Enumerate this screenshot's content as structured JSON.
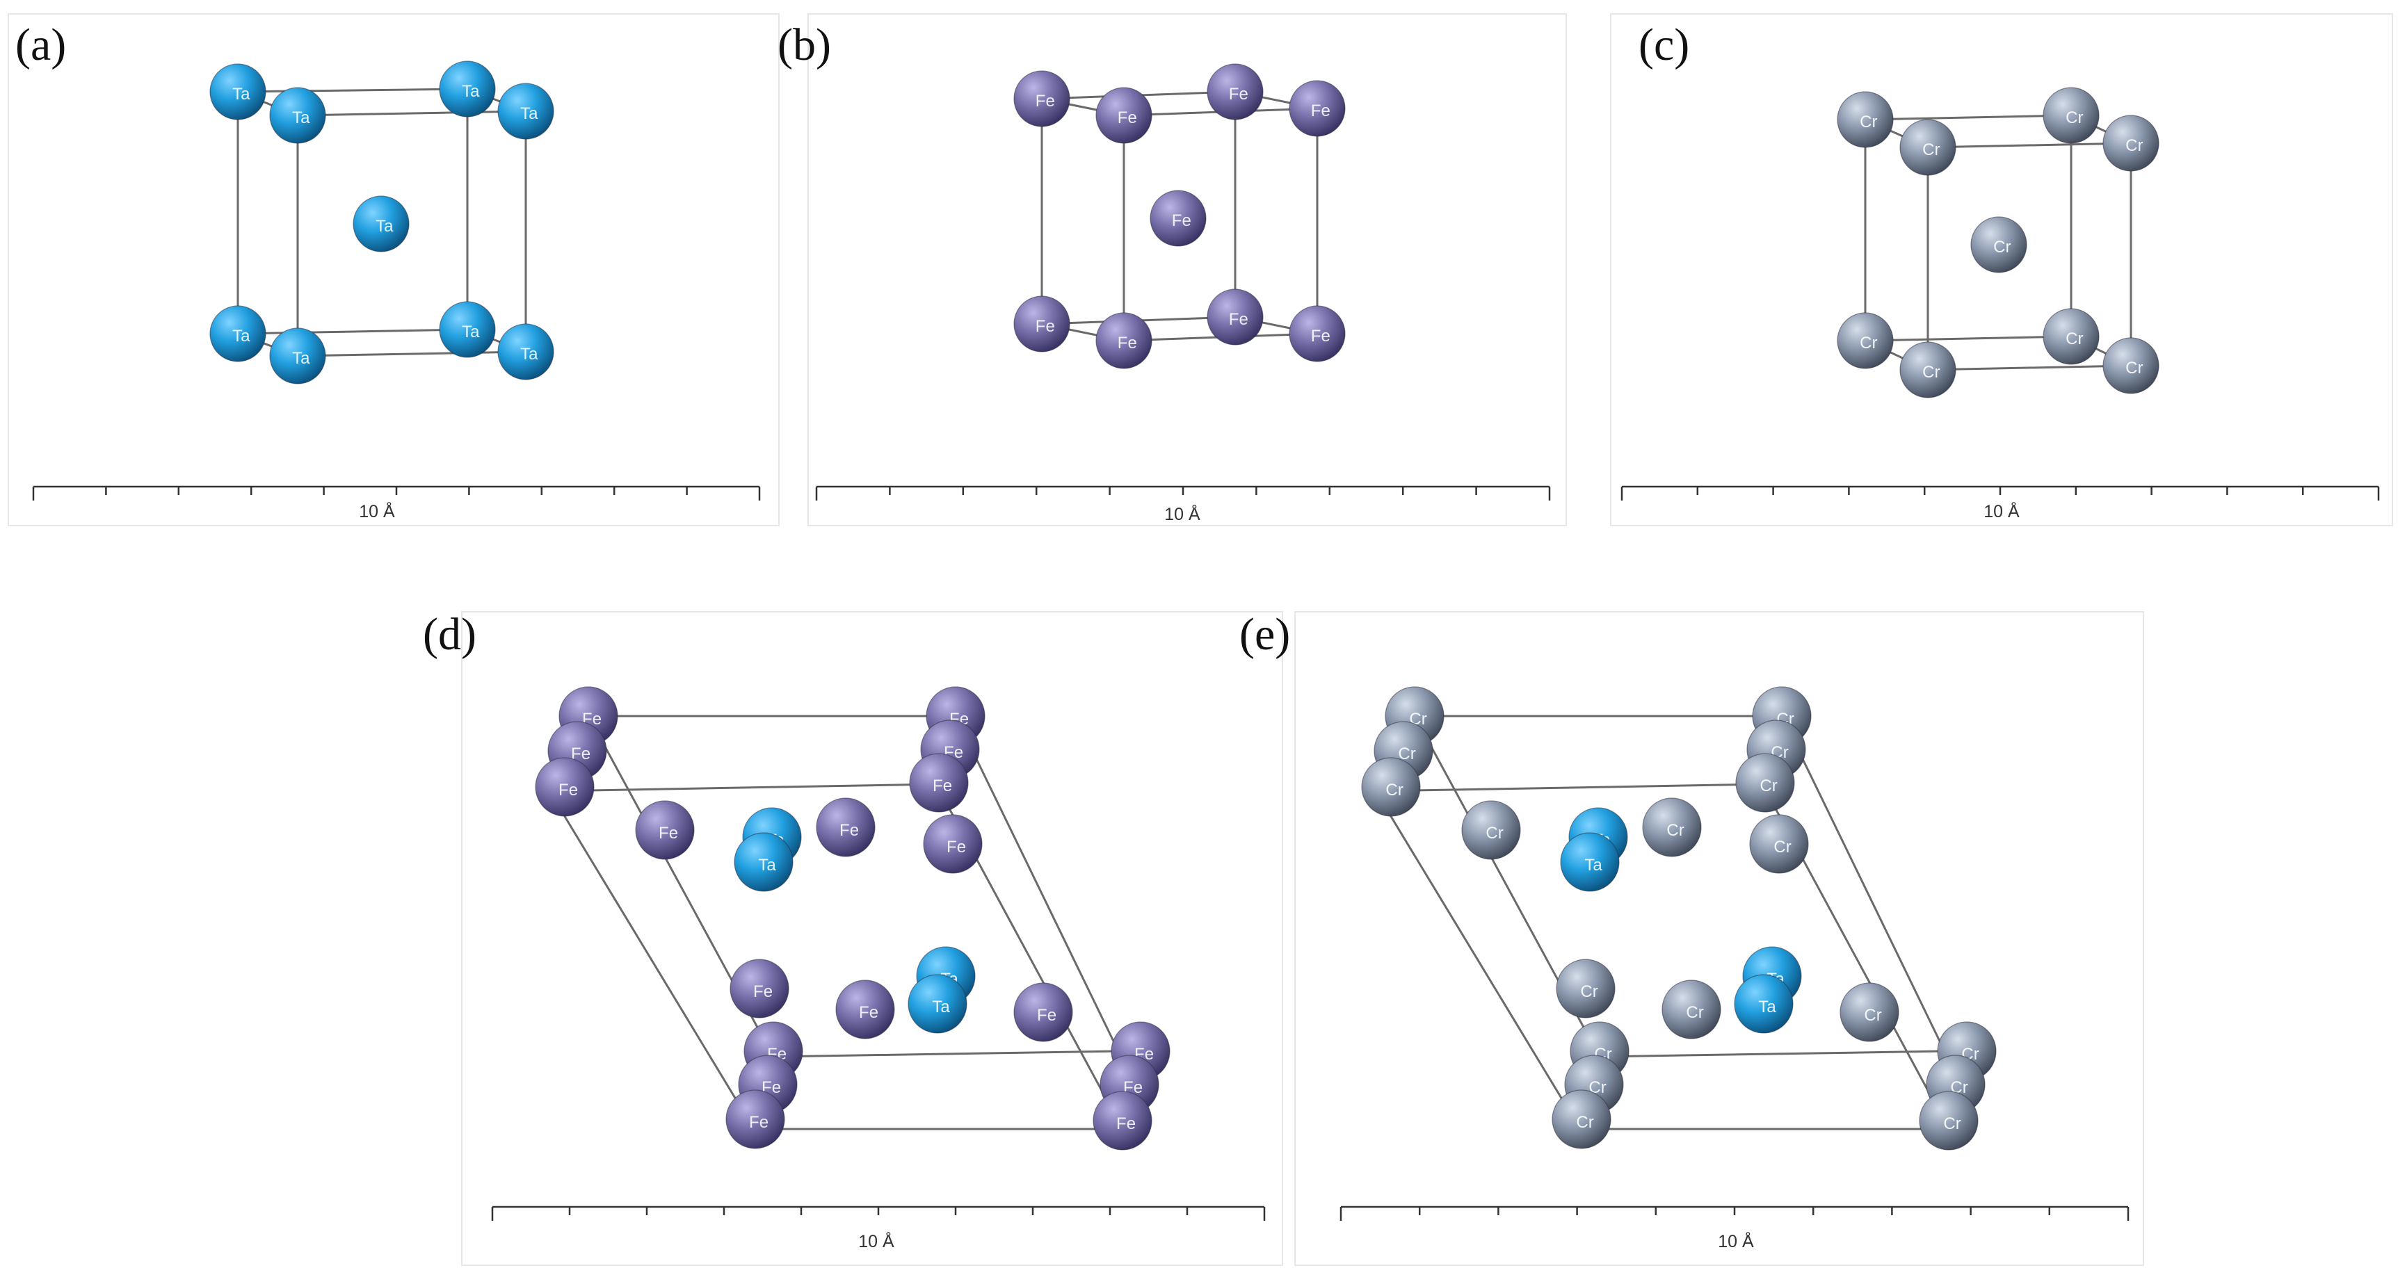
{
  "colors": {
    "Ta": "#2aa3e0",
    "Fe": "#7a73ad",
    "Cr": "#8e9bb0"
  },
  "panels": [
    {
      "id": "a",
      "label": "(a)",
      "element": "Ta",
      "scale_label": "10 Å"
    },
    {
      "id": "b",
      "label": "(b)",
      "element": "Fe",
      "scale_label": "10 Å"
    },
    {
      "id": "c",
      "label": "(c)",
      "element": "Cr",
      "scale_label": "10 Å"
    },
    {
      "id": "d",
      "label": "(d)",
      "host": "Fe",
      "dopant": "Ta",
      "scale_label": "10 Å"
    },
    {
      "id": "e",
      "label": "(e)",
      "host": "Cr",
      "dopant": "Ta",
      "scale_label": "10 Å"
    }
  ]
}
